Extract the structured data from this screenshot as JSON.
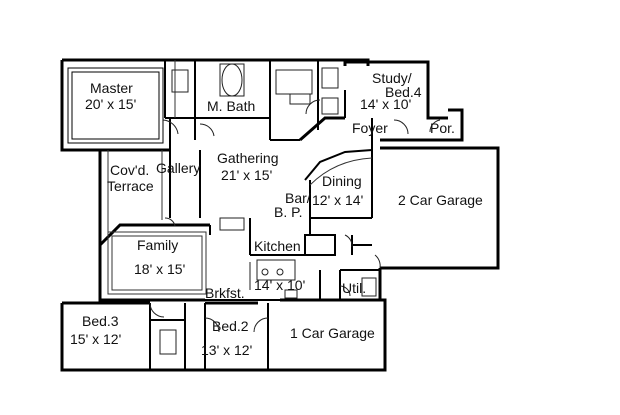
{
  "rooms": {
    "master": {
      "name": "Master",
      "size": "20' x 15'"
    },
    "master_bath": {
      "name": "M. Bath"
    },
    "study": {
      "name": "Study/",
      "name2": "Bed.4",
      "size": "14' x 10'"
    },
    "foyer": {
      "name": "Foyer"
    },
    "porch": {
      "name": "Por."
    },
    "covered_terrace": {
      "name": "Cov'd.",
      "name2": "Terrace"
    },
    "gallery": {
      "name": "Gallery"
    },
    "gathering": {
      "name": "Gathering",
      "size": "21' x 15'"
    },
    "dining": {
      "name": "Dining",
      "size": "12' x 14'"
    },
    "bar": {
      "name": "Bar/",
      "name2": "B. P."
    },
    "two_car_garage": {
      "name": "2 Car Garage"
    },
    "family": {
      "name": "Family",
      "size": "18' x 15'"
    },
    "kitchen": {
      "name": "Kitchen",
      "size": "14' x 10'"
    },
    "breakfast": {
      "name": "Brkfst."
    },
    "utility": {
      "name": "Util."
    },
    "bed3": {
      "name": "Bed.3",
      "size": "15' x 12'"
    },
    "bed2": {
      "name": "Bed.2",
      "size": "13' x 12'"
    },
    "one_car_garage": {
      "name": "1 Car Garage"
    }
  }
}
